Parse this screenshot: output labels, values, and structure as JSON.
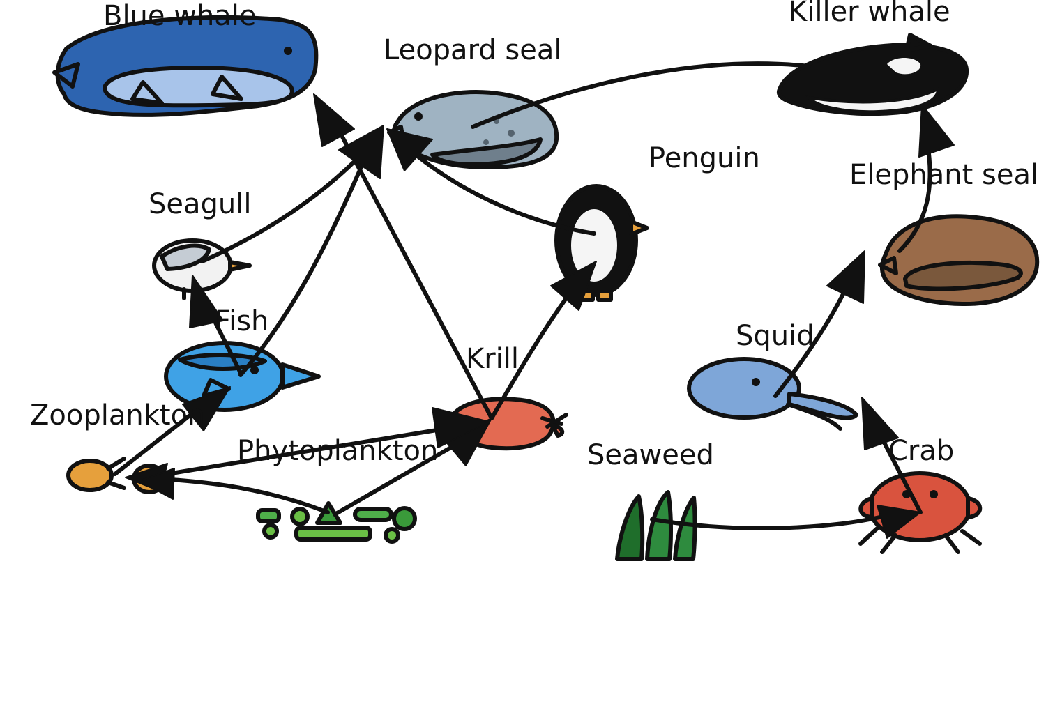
{
  "nodes": {
    "blue_whale": {
      "label": "Blue whale"
    },
    "leopard_seal": {
      "label": "Leopard seal"
    },
    "killer_whale": {
      "label": "Killer whale"
    },
    "penguin": {
      "label": "Penguin"
    },
    "elephant_seal": {
      "label": "Elephant seal"
    },
    "seagull": {
      "label": "Seagull"
    },
    "fish": {
      "label": "Fish"
    },
    "squid": {
      "label": "Squid"
    },
    "krill": {
      "label": "Krill"
    },
    "zooplankton": {
      "label": "Zooplankton"
    },
    "phytoplankton": {
      "label": "Phytoplankton"
    },
    "seaweed": {
      "label": "Seaweed"
    },
    "crab": {
      "label": "Crab"
    }
  },
  "edges": [
    {
      "from": "Krill",
      "to": "Blue whale"
    },
    {
      "from": "Seagull",
      "to": "Leopard seal"
    },
    {
      "from": "Fish",
      "to": "Leopard seal"
    },
    {
      "from": "Penguin",
      "to": "Leopard seal"
    },
    {
      "from": "Leopard seal",
      "to": "Killer whale"
    },
    {
      "from": "Elephant seal",
      "to": "Killer whale"
    },
    {
      "from": "Fish",
      "to": "Seagull"
    },
    {
      "from": "Zooplankton",
      "to": "Fish"
    },
    {
      "from": "Krill",
      "to": "Penguin"
    },
    {
      "from": "Squid",
      "to": "Elephant seal"
    },
    {
      "from": "Crab",
      "to": "Squid"
    },
    {
      "from": "Phytoplankton",
      "to": "Krill"
    },
    {
      "from": "Krill",
      "to": "Zooplankton"
    },
    {
      "from": "Phytoplankton",
      "to": "Zooplankton"
    },
    {
      "from": "Seaweed",
      "to": "Crab"
    }
  ],
  "colors": {
    "ink": "#111111",
    "blue_whale_body": "#2d64b0",
    "blue_whale_belly": "#a8c4ea",
    "leopard_seal_body": "#9fb3c2",
    "killer_whale_body": "#111111",
    "penguin_belly": "#f5f5f5",
    "elephant_seal_body": "#9a6b49",
    "fish_body": "#3fa2e6",
    "squid_body": "#7ea6d8",
    "krill_body": "#e36a52",
    "zooplankton_body": "#e6a03c",
    "phytoplankton_green": "#6abf45",
    "seaweed_green": "#2e8b3e",
    "crab_body": "#d9533e"
  }
}
